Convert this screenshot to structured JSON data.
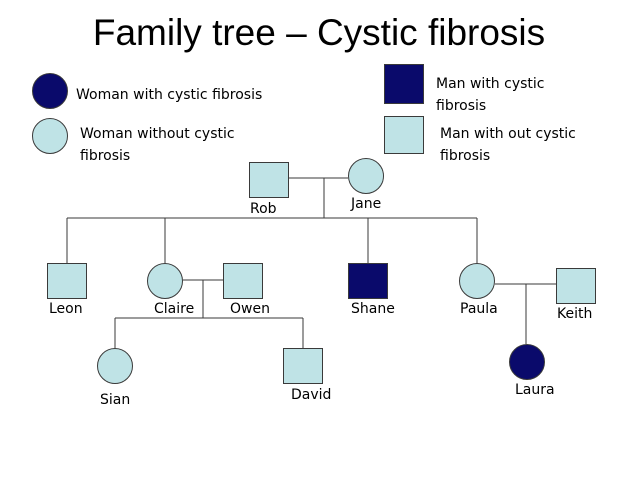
{
  "title": "Family tree – Cystic fibrosis",
  "colors": {
    "affected": "#0a0a6b",
    "unaffected": "#bfe3e6",
    "line": "#3a3a3a"
  },
  "legend": {
    "woman_affected": "Woman with cystic fibrosis",
    "woman_unaffected": "Woman without cystic fibrosis",
    "man_affected": "Man with cystic fibrosis",
    "man_unaffected": "Man with out cystic fibrosis"
  },
  "people": {
    "rob": "Rob",
    "jane": "Jane",
    "leon": "Leon",
    "claire": "Claire",
    "owen": "Owen",
    "shane": "Shane",
    "paula": "Paula",
    "keith": "Keith",
    "sian": "Sian",
    "david": "David",
    "laura": "Laura"
  }
}
